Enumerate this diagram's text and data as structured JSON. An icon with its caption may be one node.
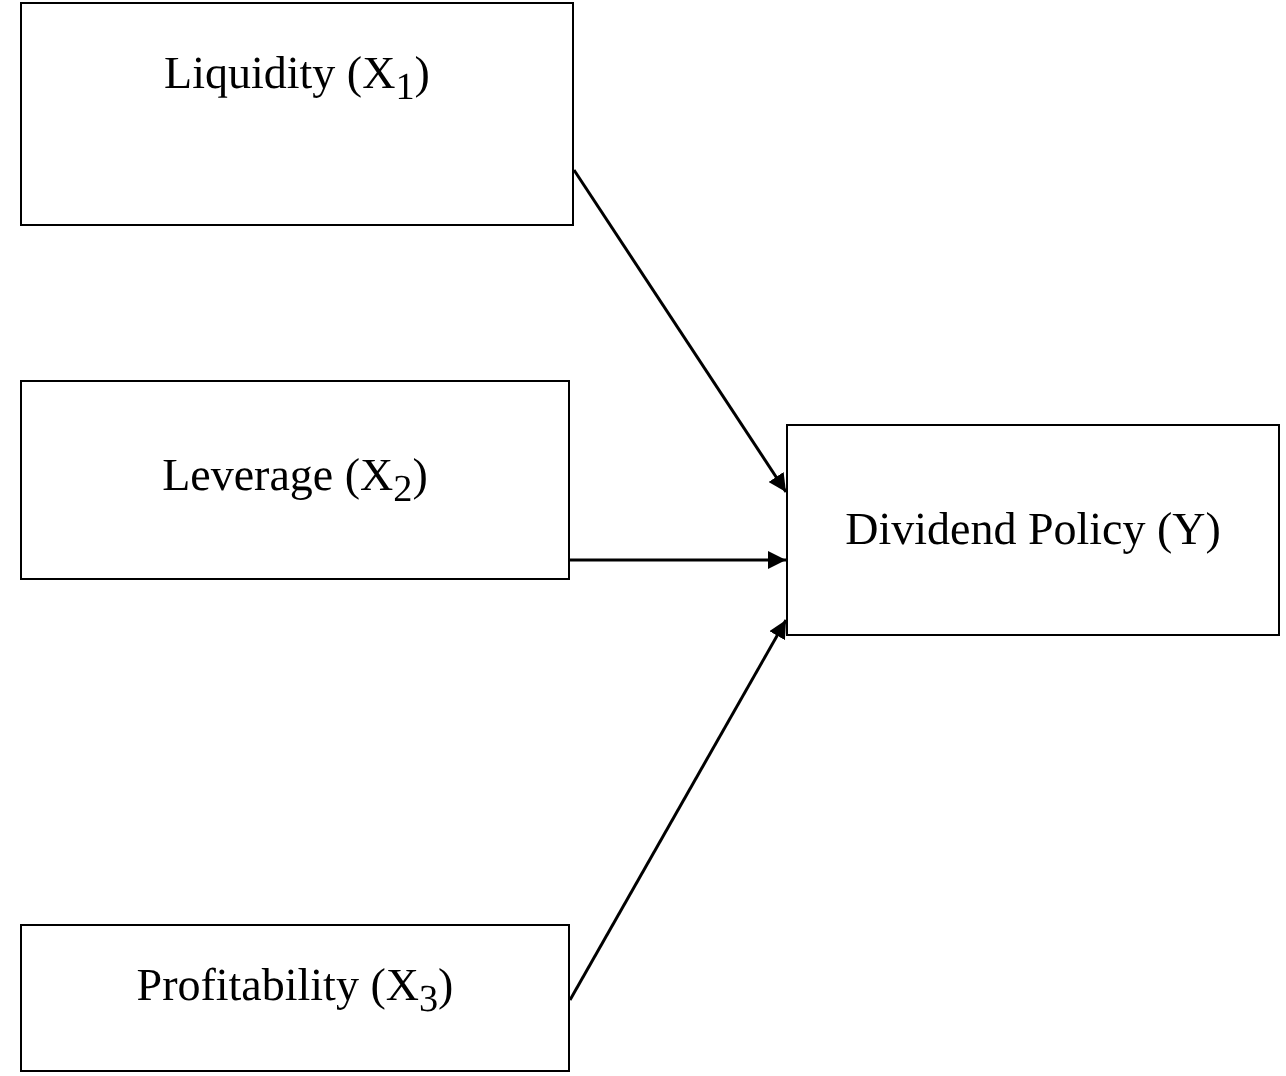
{
  "diagram": {
    "nodes": [
      {
        "text": [
          "Liquidity (X$_{1}$)"
        ]
      },
      {
        "text": [
          "Leverage (X$_{2}$)"
        ]
      },
      {
        "text": [
          "Profitability (X$_{3}$)"
        ]
      },
      {
        "text": [
          "Dividend Policy (Y)"
        ]
      }
    ],
    "edges": [
      {
        "from": 0,
        "to": 3,
        "arrow": "to"
      },
      {
        "from": 1,
        "to": 3,
        "arrow": "to"
      },
      {
        "from": 2,
        "to": 3,
        "arrow": "to"
      }
    ]
  }
}
